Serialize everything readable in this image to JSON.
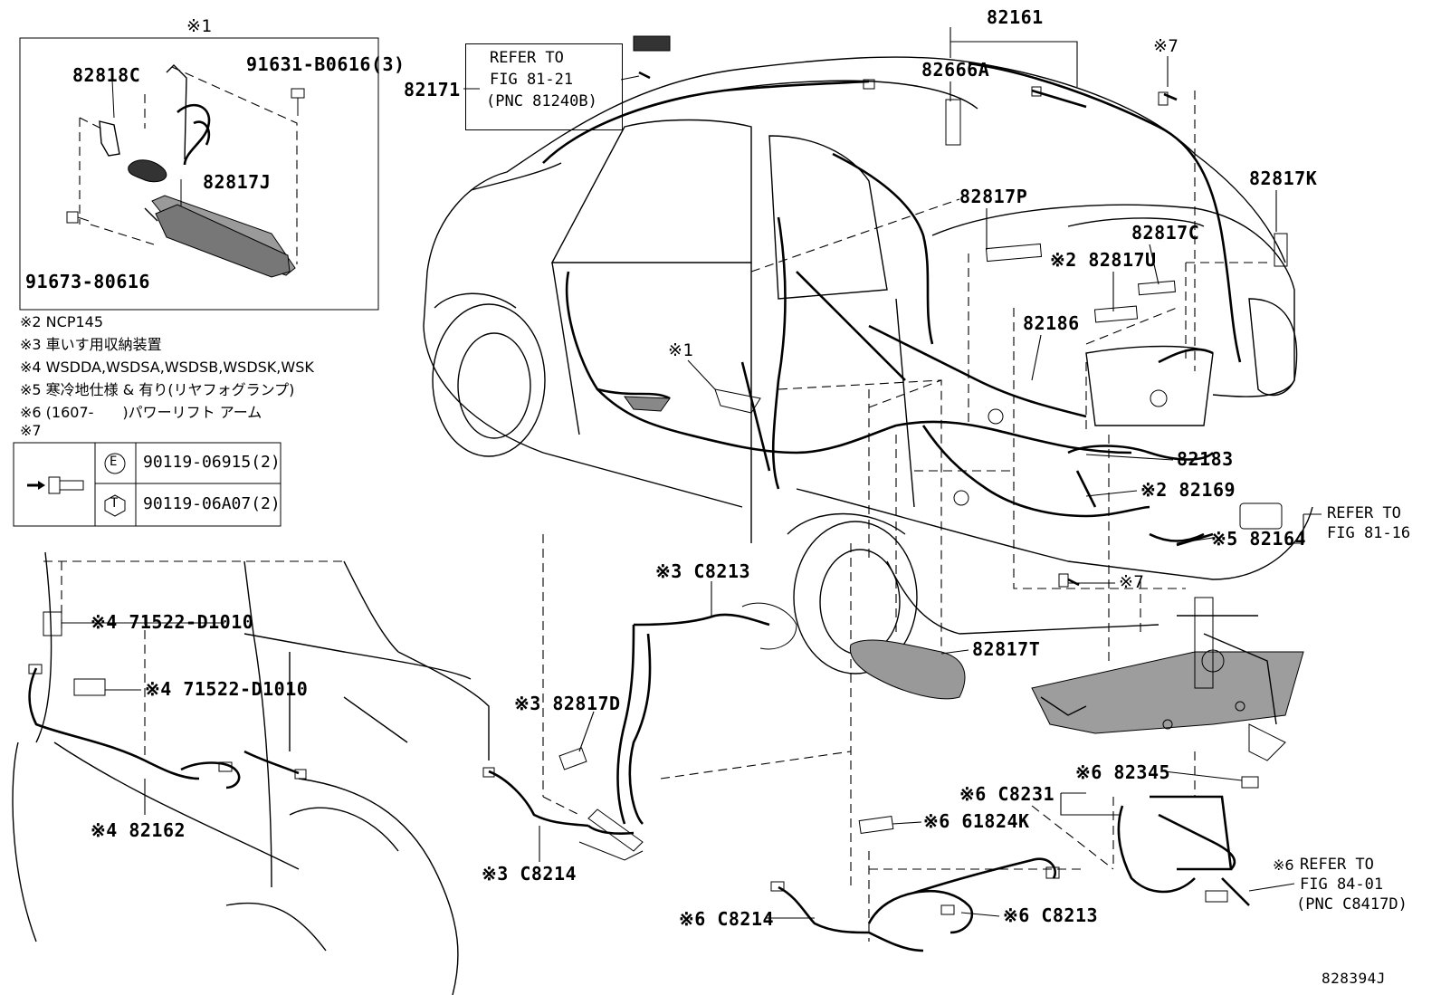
{
  "figure_id": "828394J",
  "inset": {
    "title": "※1",
    "parts": [
      "82818C",
      "91631-B0616(3)",
      "82817J",
      "91673-80616"
    ]
  },
  "notes": [
    "※2 NCP145",
    "※3 車いす用収納装置",
    "※4 WSDDA,WSDSA,WSDSB,WSDSK,WSK",
    "※5 寒冷地仕様 & 有り(リヤフォグランプ)",
    "※6 (1607-　　)パワーリフト アーム",
    "※7"
  ],
  "fastener_table": {
    "rows": [
      {
        "code": "E",
        "part": "90119-06915(2)"
      },
      {
        "code": "T",
        "part": "90119-06A07(2)"
      }
    ]
  },
  "refer_boxes": [
    {
      "lines": [
        "REFER TO",
        "FIG 81-21",
        "(PNC 81240B)"
      ]
    },
    {
      "lines": [
        "REFER TO",
        "FIG 81-16"
      ]
    },
    {
      "lines": [
        "REFER TO",
        "FIG 84-01",
        "(PNC C8417D)"
      ]
    }
  ],
  "parts": {
    "p82171": "82171",
    "p82161": "82161",
    "p82666A": "82666A",
    "p7top": "※7",
    "p82817K": "82817K",
    "p82817P": "82817P",
    "p82817C": "82817C",
    "p82817U": "※2 82817U",
    "p82186": "82186",
    "pstar1": "※1",
    "p82183": "82183",
    "p82169": "※2 82169",
    "p82164": "※5 82164",
    "p7mid": "※7",
    "pC8213a": "※3 C8213",
    "p82817T": "82817T",
    "p82817D": "※3 82817D",
    "pC8214a": "※3 C8214",
    "p71522a": "※4 71522-D1010",
    "p71522b": "※4 71522-D1010",
    "p82162": "※4 82162",
    "p82345": "※6 82345",
    "pC8231": "※6 C8231",
    "p61824K": "※6 61824K",
    "pC8214b": "※6 C8214",
    "pC8213b": "※6 C8213"
  }
}
